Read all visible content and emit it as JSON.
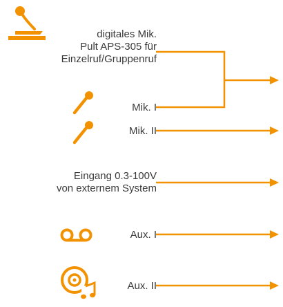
{
  "accent_color": "#f39200",
  "text_color": "#3a3a3a",
  "sources": {
    "console": {
      "icon": "desk-microphone-icon",
      "lines": [
        "digitales Mik.",
        "Pult APS-305 für",
        "Einzelruf/Gruppenruf"
      ]
    },
    "mic1": {
      "icon": "microphone-icon",
      "label": "Mik. I"
    },
    "mic2": {
      "icon": "microphone-icon",
      "label": "Mik. II"
    },
    "external": {
      "lines": [
        "Eingang 0.3-100V",
        "von externem System"
      ]
    },
    "aux1": {
      "icon": "cassette-tape-icon",
      "label": "Aux. I"
    },
    "aux2": {
      "icon": "cd-music-icon",
      "label": "Aux. II"
    }
  }
}
